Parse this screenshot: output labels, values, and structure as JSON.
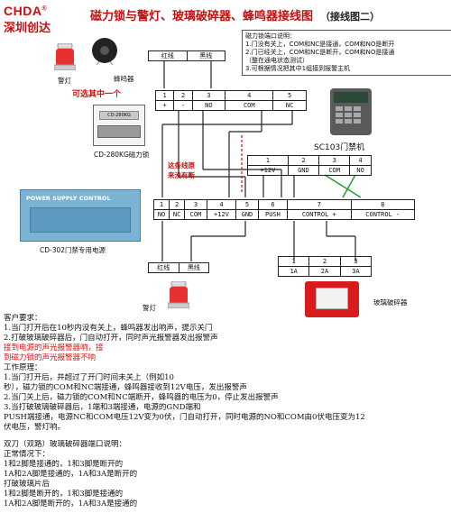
{
  "header": {
    "logo": "CHDA",
    "brand": "深圳创达",
    "title": "磁力锁与警灯、玻璃破碎器、蜂鸣器接线图",
    "subtitle": "（接线图二）"
  },
  "devices": {
    "alarm_light_top": "警灯",
    "buzzer": "蜂鸣器",
    "either_one": "可选其中一个",
    "maglock_badge": "CD-280KG",
    "maglock": "CD-280KG磁力锁",
    "power_supply_panel": "POWER  SUPPLY  CONTROL",
    "power_supply": "CD-302门禁专用电源",
    "access_controller": "SC103门禁机",
    "alarm_light_bottom": "警灯",
    "glass_breaker": "玻璃破碎器"
  },
  "maglock_note": {
    "heading": "磁力锁端口说明：",
    "lines": [
      "1.门没有关上，COM和NC是接通，COM和NO是断开",
      "2.门已经关上，COM和NC是断开，COM和NO是接通",
      "（整在通电状态测试）",
      "3.可根据情况把其中1组接到报警主机"
    ]
  },
  "annotation": {
    "line1": "这条线原",
    "line2": "来没有断"
  },
  "top_light_table": [
    "红线",
    "黑线"
  ],
  "lock_table": {
    "numbers": [
      "1",
      "2",
      "3",
      "4",
      "5"
    ],
    "labels": [
      "+",
      "-",
      "NO",
      "COM",
      "NC"
    ]
  },
  "controller_table": {
    "numbers": [
      "1",
      "2",
      "3",
      "4"
    ],
    "labels": [
      "+12V",
      "GND",
      "COM",
      "NO"
    ]
  },
  "power_table": {
    "numbers": [
      "1",
      "2",
      "3",
      "4",
      "5",
      "6",
      "7",
      "8"
    ],
    "labels": [
      "NO",
      "NC",
      "COM",
      "+12V",
      "GND",
      "PUSH",
      "CONTROL +",
      "CONTROL -"
    ]
  },
  "bottom_light_table": [
    "红线",
    "黑线"
  ],
  "glass_table": {
    "numbers": [
      "1",
      "2",
      "3"
    ],
    "labels": [
      "1A",
      "2A",
      "3A"
    ]
  },
  "requirements": {
    "heading": "客户要求：",
    "item1": "1.当门打开后在10秒内没有关上，蜂鸣器发出响声，提示关门",
    "item2": "2.打破玻璃破碎器后，门自动打开，同时声光报警器发出报警声",
    "red1": "接到电源的声光报警器响，接",
    "red2": "到磁力锁的声光报警器不响"
  },
  "principle": {
    "heading": "工作原理：",
    "p1a": "1.当门打开后，并超过了开门时间未关上（例如10",
    "p1b": "秒），磁力锁的COM和NC端接通，蜂鸣器接收到12V电压，发出报警声",
    "p2": "2.当门关上后，磁力锁的COM和NC端断开，蜂鸣器的电压为0，停止发出报警声",
    "p3": "3.当打破玻璃破碎器后，1端和3端接通，电源的GND端和",
    "p3b": "PUSH端接通，电源NC和COM电压12V变为0伏，门自动打开，同时电源的NO和COM由0伏电压变为12",
    "p3c": "伏电压，警灯响。"
  },
  "glass_ports": {
    "heading": "双刀（双路）玻璃破碎器端口说明：",
    "normal": "正常情况下：",
    "n1": "1和2脚是接通的，1和3脚是断开的",
    "n2": "1A和2A脚是接通的，1A和3A是断开的",
    "broken": "打破玻璃片后",
    "b1": "1和2脚是断开的，1和3脚是接通的",
    "b2": "1A和2A脚是断开的，1A和3A是接通的"
  }
}
